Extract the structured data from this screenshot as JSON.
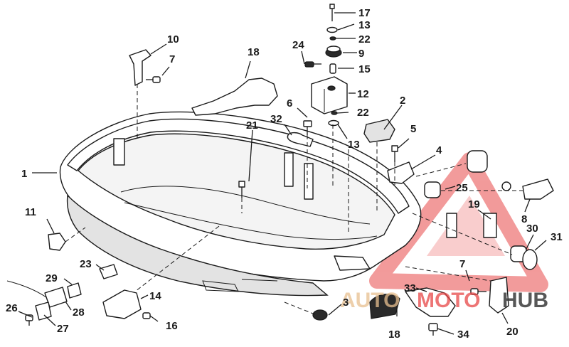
{
  "callouts": {
    "c1": "1",
    "c2": "2",
    "c3": "3",
    "c4": "4",
    "c5": "5",
    "c6": "6",
    "c7a": "7",
    "c7b": "7",
    "c8": "8",
    "c9": "9",
    "c10": "10",
    "c11": "11",
    "c12": "12",
    "c13a": "13",
    "c13b": "13",
    "c14": "14",
    "c15": "15",
    "c16": "16",
    "c17": "17",
    "c18a": "18",
    "c18b": "18",
    "c19": "19",
    "c20": "20",
    "c21": "21",
    "c22a": "22",
    "c22b": "22",
    "c23": "23",
    "c24": "24",
    "c25": "25",
    "c26": "26",
    "c27": "27",
    "c28": "28",
    "c29": "29",
    "c30": "30",
    "c31": "31",
    "c32": "32",
    "c33": "33",
    "c34": "34"
  },
  "watermark": {
    "left": "AUTO",
    "middle": "MOTO",
    "right": "HUB",
    "color": "#e84848"
  }
}
